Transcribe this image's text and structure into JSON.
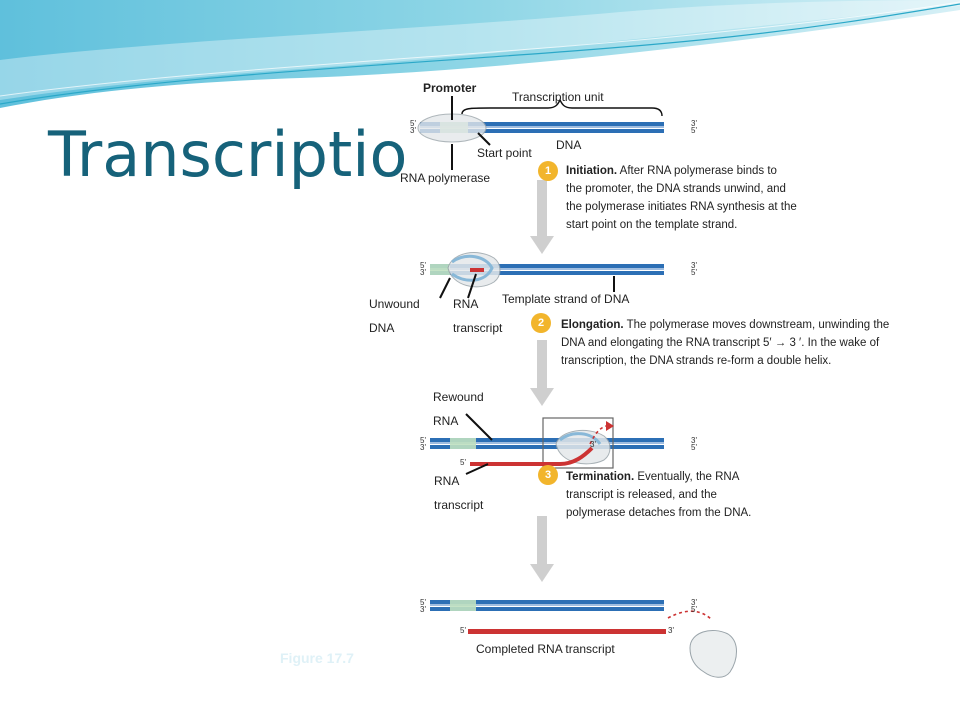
{
  "slide": {
    "title": "Transcription",
    "figure_label": "Figure 17.7"
  },
  "diagram": {
    "labels": {
      "promoter": "Promoter",
      "transcription_unit": "Transcription unit",
      "dna": "DNA",
      "start_point": "Start point",
      "rna_polymerase": "RNA  polymerase",
      "unwound_dna_1": "Unwound",
      "unwound_dna_2": "DNA",
      "rna_transcript_1": "RNA",
      "rna_transcript_2": "transcript",
      "template_strand": "Template  strand of DNA",
      "rewound_rna_1": "Rewound",
      "rewound_rna_2": "RNA",
      "rna_transcript3_1": "RNA",
      "rna_transcript3_2": "transcript",
      "completed_rna": "Completed RNA transcript"
    },
    "ends": {
      "five_prime": "5'",
      "three_prime": "3'"
    },
    "steps": [
      {
        "number": "1",
        "heading": "Initiation.",
        "lines": [
          " After RNA polymerase binds to",
          "the promoter, the DNA strands unwind, and",
          "the polymerase initiates RNA synthesis at the",
          "start point on the template strand."
        ]
      },
      {
        "number": "2",
        "heading": "Elongation.",
        "lines": [
          " The  polymerase moves downstream, unwinding the",
          "DNA and elongating the RNA transcript 5′ → 3 ′.  In the wake of",
          "transcription, the DNA strands re-form a double helix."
        ]
      },
      {
        "number": "3",
        "heading": "Termination.",
        "lines": [
          " Eventually, the RNA",
          "transcript is released, and the",
          "polymerase detaches from the DNA."
        ]
      }
    ]
  },
  "colors": {
    "title": "#16627a",
    "dna_strand": "#2c6fb5",
    "dna_light": "#9fbde0",
    "promoter_region": "#bfe0c0",
    "rna": "#cc3333",
    "badge": "#f2b52c",
    "arrow": "#cfcfcf"
  }
}
